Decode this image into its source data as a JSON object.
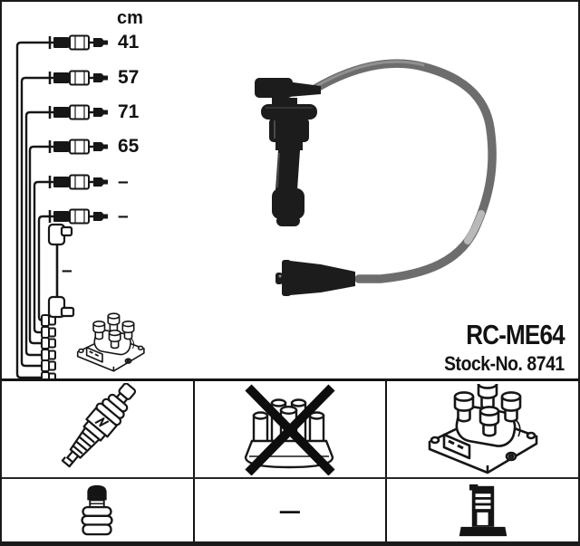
{
  "product": {
    "code": "RC-ME64",
    "stock_no": "Stock-No. 8741"
  },
  "measurements": {
    "unit": "cm",
    "values": [
      "41",
      "57",
      "71",
      "65",
      "–",
      "–"
    ],
    "link_cable_length": "–"
  },
  "compatibility_table": {
    "row1_icons": [
      "spark-plug-icon",
      "distributor-cap-crossed-icon",
      "ignition-coil-pack-icon"
    ],
    "row2": {
      "col1_icon": "plug-terminal-nut-icon",
      "col2_value": "–",
      "col3_icon": "coil-tower-connector-icon"
    }
  },
  "colors": {
    "ink": "#161616",
    "cable_gray": "#6d6d6d",
    "cable_highlight": "#b9b9b9",
    "background": "#ffffff"
  }
}
